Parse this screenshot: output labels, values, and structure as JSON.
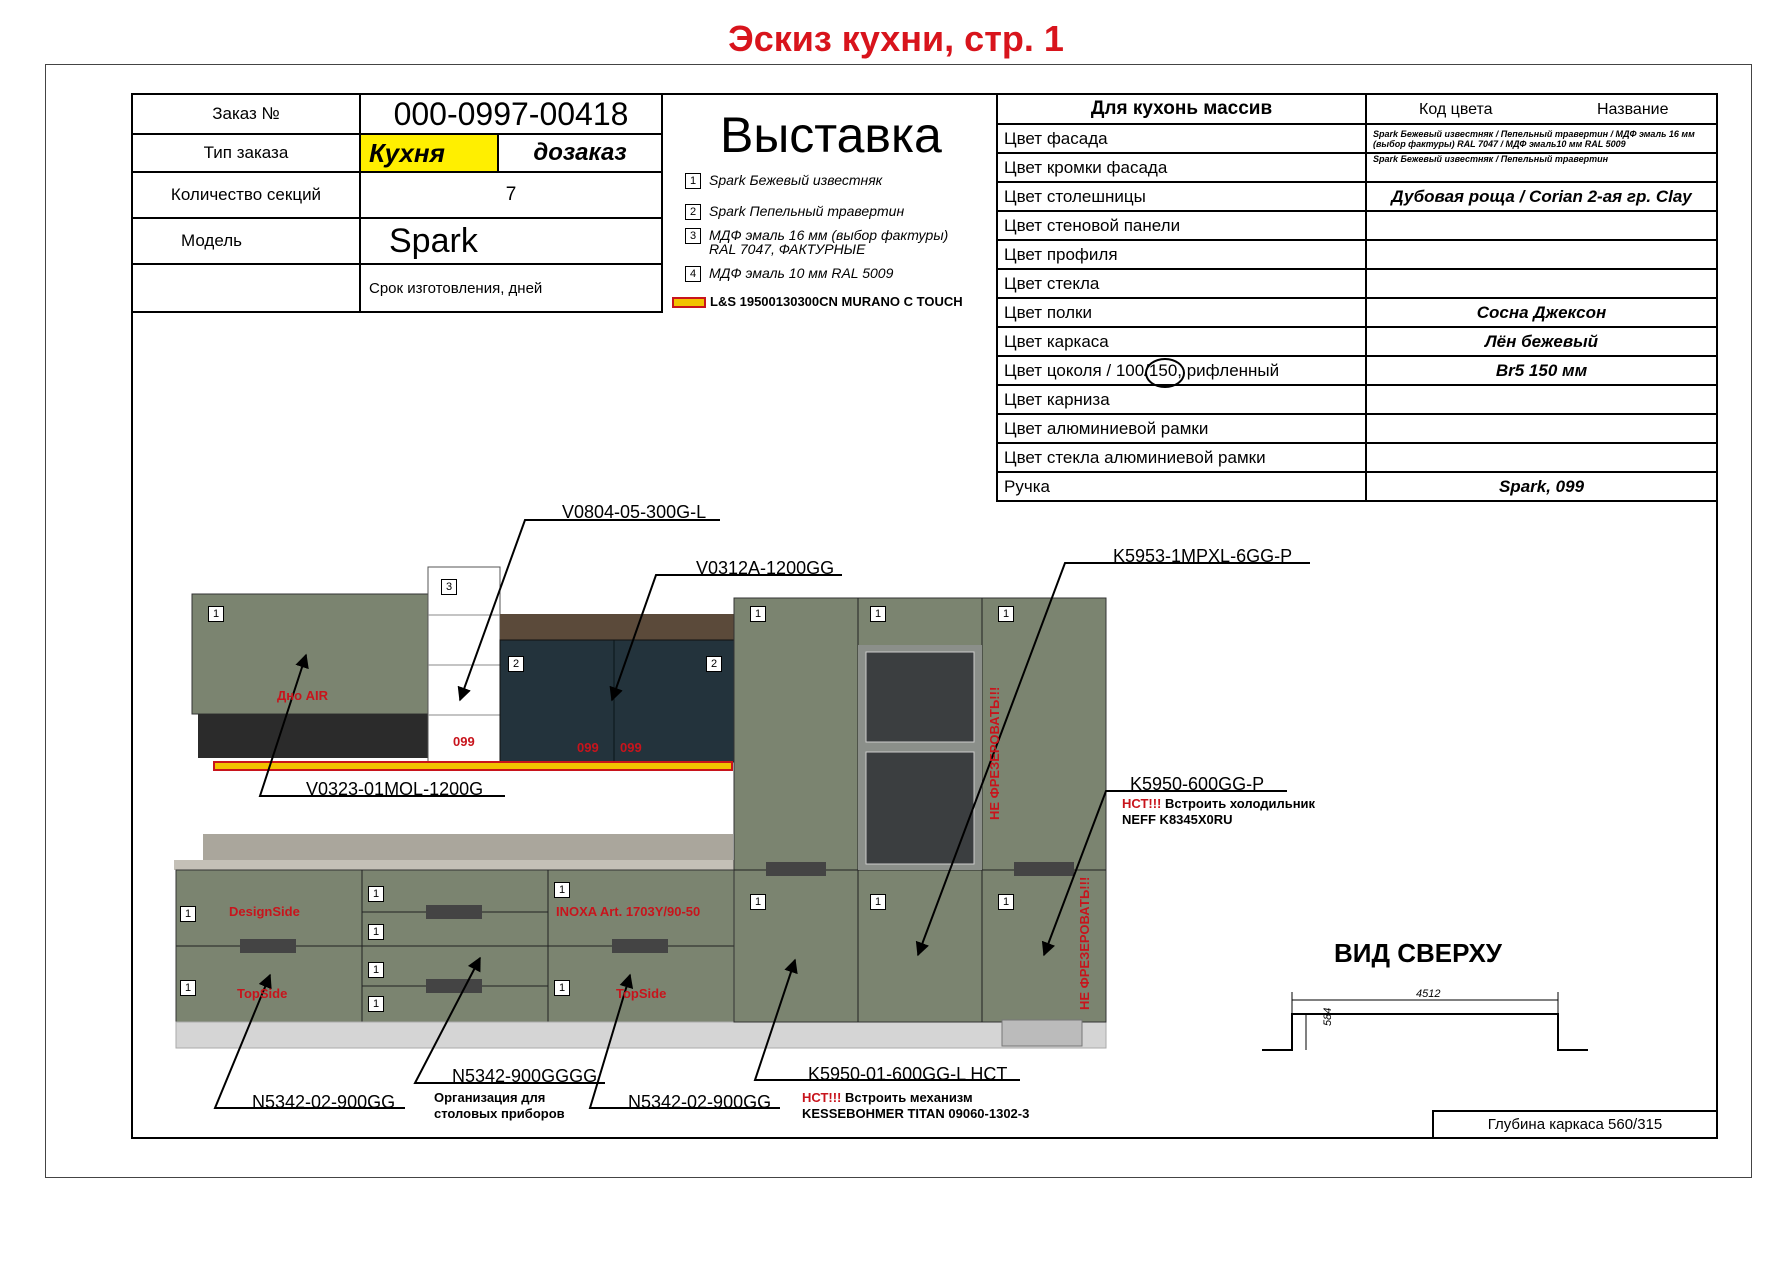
{
  "title": "Эскиз кухни, стр. 1",
  "order": {
    "number_label": "Заказ №",
    "number_value": "000-0997-00418",
    "type_label": "Тип заказа",
    "type_value": "Кухня",
    "type_extra": "дозаказ",
    "sections_label": "Количество секций",
    "sections_value": "7",
    "model_label": "Модель",
    "model_value": "Spark",
    "lead_label": "Срок изготовления, дней"
  },
  "exhibition": "Выставка",
  "legend": [
    {
      "num": "1",
      "text": "Spark Бежевый известняк"
    },
    {
      "num": "2",
      "text": "Spark Пепельный травертин"
    },
    {
      "num": "3",
      "text": "МДФ эмаль 16 мм (выбор фактуры) RAL 7047, ФАКТУРНЫЕ"
    },
    {
      "num": "4",
      "text": "МДФ эмаль 10 мм RAL 5009"
    }
  ],
  "edge_legend": "L&S 19500130300CN MURANO C TOUCH",
  "colors": {
    "header": {
      "title": "Для кухонь массив",
      "code": "Код цвета",
      "name": "Название"
    },
    "rows": [
      {
        "label": "Цвет фасада",
        "value": "Spark Бежевый известняк / Пепельный травертин / МДФ эмаль 16 мм (выбор фактуры) RAL 7047 / МДФ эмаль10 мм RAL 5009"
      },
      {
        "label": "Цвет кромки фасада",
        "value": "Spark Бежевый известняк / Пепельный травертин"
      },
      {
        "label": "Цвет столешницы",
        "value": "Дубовая роща / Corian 2-ая гр. Clay"
      },
      {
        "label": "Цвет стеновой панели",
        "value": ""
      },
      {
        "label": "Цвет профиля",
        "value": ""
      },
      {
        "label": "Цвет стекла",
        "value": ""
      },
      {
        "label": "Цвет полки",
        "value": "Сосна Джексон"
      },
      {
        "label": "Цвет каркаса",
        "value": "Лён бежевый"
      },
      {
        "label": "Цвет цоколя / 100/150, рифленный",
        "value": "Br5 150 мм"
      },
      {
        "label": "Цвет карниза",
        "value": ""
      },
      {
        "label": "Цвет алюминиевой рамки",
        "value": ""
      },
      {
        "label": "Цвет стекла алюминиевой рамки",
        "value": ""
      },
      {
        "label": "Ручка",
        "value": "Spark, 099"
      }
    ]
  },
  "labels": {
    "v0804": "V0804-05-300G-L",
    "v0312": "V0312A-1200GG",
    "k5953": "K5953-1MPXL-6GG-P",
    "k5950p": "K5950-600GG-P",
    "v0323": "V0323-01MOL-1200G",
    "n5342a": "N5342-02-900GG",
    "n5342g": "N5342-900GGGG",
    "n5342b": "N5342-02-900GG",
    "k5950l": "K5950-01-600GG-L HCT"
  },
  "red_labels": {
    "dno": "Дно AIR",
    "h099a": "099",
    "h099b": "099",
    "h099c": "099",
    "design": "DesignSide",
    "inoxa": "INOXA Art. 1703Y/90-50",
    "topside1": "TopSide",
    "topside2": "TopSide",
    "nofrez1": "НЕ ФРЕЗЕРОВАТЬ!!!",
    "nofrez2": "НЕ ФРЕЗЕРОВАТЬ!!!"
  },
  "notes": {
    "fridge_red": "НСТ!!!",
    "fridge_text": " Встроить холодильник",
    "fridge_model": "NEFF K8345X0RU",
    "org1": "Организация для",
    "org2": "столовых приборов",
    "mech_red": "НСТ!!!",
    "mech_text": " Встроить механизм",
    "mech_model": "KESSEBOHMER TITAN 09060-1302-3"
  },
  "top_view": {
    "title": "ВИД СВЕРХУ",
    "width": "4512",
    "depth": "584"
  },
  "depth_note": "Глубина каркаса 560/315",
  "palette": {
    "facade": "#7b8470",
    "dark_panel": "#23333c",
    "edge": "#f2c200",
    "red": "#c8141c"
  }
}
